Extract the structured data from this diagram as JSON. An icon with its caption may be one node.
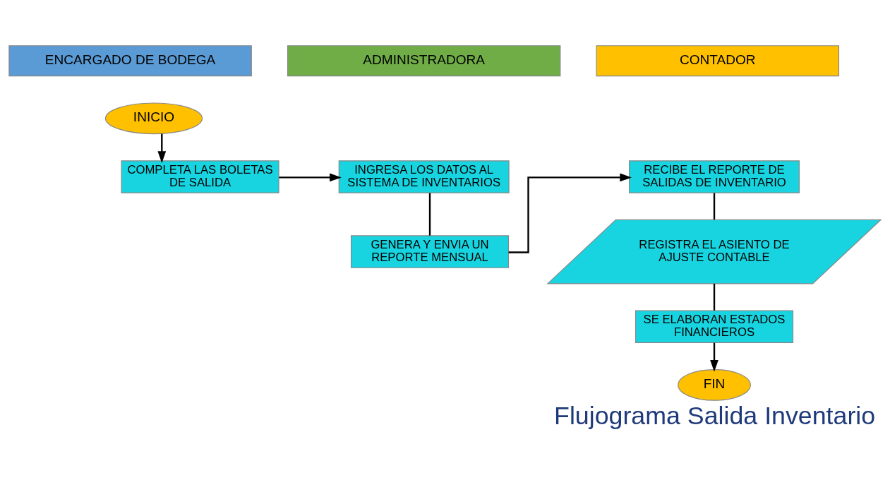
{
  "diagram": {
    "title": "Flujograma Salida Inventario",
    "nodes": [
      {
        "text": [
          "ENCARGADO DE BODEGA"
        ]
      },
      {
        "text": [
          "ADMINISTRADORA"
        ]
      },
      {
        "text": [
          "CONTADOR"
        ]
      },
      {
        "text": [
          "INICIO"
        ]
      },
      {
        "text": [
          "COMPLETA LAS BOLETAS DE SALIDA"
        ]
      },
      {
        "text": [
          "INGRESA LOS DATOS AL SISTEMA DE INVENTARIOS"
        ]
      },
      {
        "text": [
          "GENERA Y ENVIA UN REPORTE MENSUAL"
        ]
      },
      {
        "text": [
          "RECIBE EL REPORTE DE SALIDAS DE INVENTARIO"
        ]
      },
      {
        "text": [
          "REGISTRA EL ASIENTO DE AJUSTE CONTABLE"
        ]
      },
      {
        "text": [
          "SE ELABORAN ESTADOS FINANCIEROS"
        ]
      },
      {
        "text": [
          "FIN"
        ]
      }
    ],
    "edges": [
      {
        "from": 3,
        "to": 4,
        "arrow": "to"
      },
      {
        "from": 4,
        "to": 5,
        "arrow": "to"
      },
      {
        "from": 5,
        "to": 6,
        "arrow": "none"
      },
      {
        "from": 6,
        "to": 7,
        "arrow": "to"
      },
      {
        "from": 7,
        "to": 8,
        "arrow": "none"
      },
      {
        "from": 8,
        "to": 9,
        "arrow": "none"
      },
      {
        "from": 9,
        "to": 10,
        "arrow": "to"
      }
    ]
  }
}
